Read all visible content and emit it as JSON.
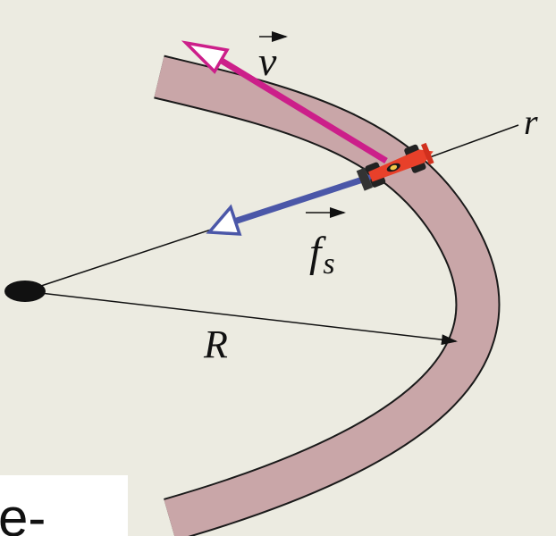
{
  "labels": {
    "velocity": "v",
    "friction_main": "f",
    "friction_sub": "s",
    "radial_axis": "r",
    "radius": "R",
    "cutoff_text": "e-"
  },
  "colors": {
    "background": "#ecebe1",
    "track": "#c9a6a8",
    "velocity_arrow": "#cc1f8a",
    "friction_arrow": "#4b57a8",
    "line": "#111111",
    "car": "#e8402a"
  },
  "icons": {
    "car": "race-car-icon",
    "center": "center-point-icon"
  }
}
